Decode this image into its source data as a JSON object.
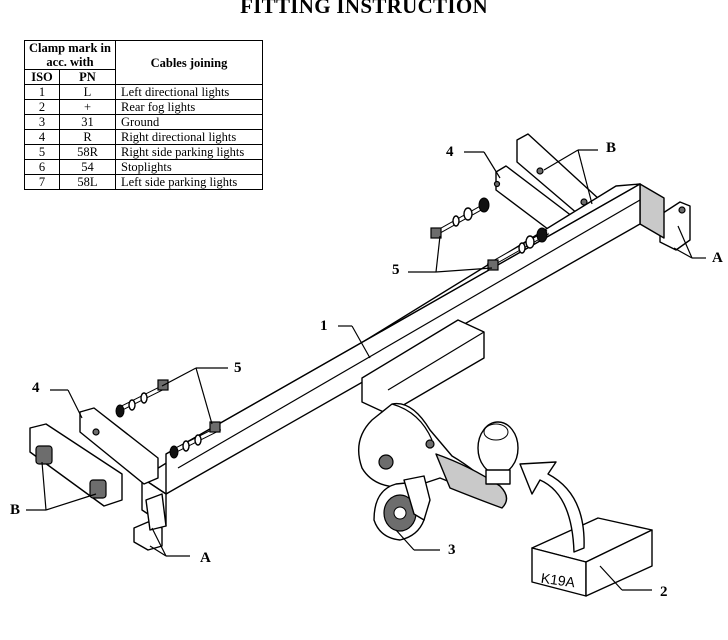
{
  "title": "FITTING INSTRUCTION",
  "table": {
    "header_clamp": "Clamp mark in acc. with",
    "header_cables": "Cables joining",
    "header_iso": "ISO",
    "header_pn": "PN",
    "rows": [
      {
        "iso": "1",
        "pn": "L",
        "desc": "Left directional lights"
      },
      {
        "iso": "2",
        "pn": "+",
        "desc": "Rear fog lights"
      },
      {
        "iso": "3",
        "pn": "31",
        "desc": "Ground"
      },
      {
        "iso": "4",
        "pn": "R",
        "desc": "Right directional lights"
      },
      {
        "iso": "5",
        "pn": "58R",
        "desc": "Right side parking lights"
      },
      {
        "iso": "6",
        "pn": "54",
        "desc": "Stoplights"
      },
      {
        "iso": "7",
        "pn": "58L",
        "desc": "Left side parking lights"
      }
    ]
  },
  "callouts": {
    "c1": "1",
    "c2": "2",
    "c3": "3",
    "c4_right": "4",
    "c4_left": "4",
    "c5_right": "5",
    "c5_left": "5",
    "cA_right": "A",
    "cA_left": "A",
    "cB_right": "B",
    "cB_left": "B"
  },
  "module_code": "K19A"
}
